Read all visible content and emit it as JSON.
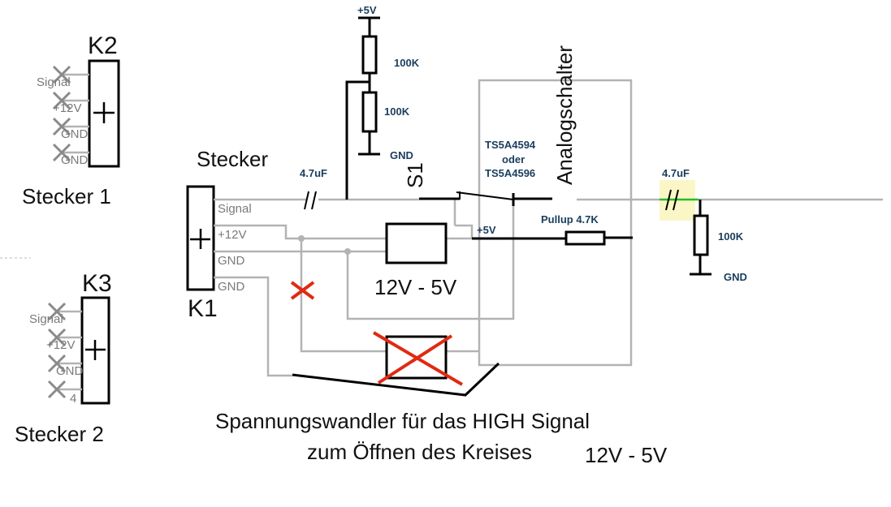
{
  "colors": {
    "wire": "#b3b3b3",
    "component": "#000000",
    "strike": "#e02a12",
    "value_text": "#1a3d5c",
    "highlight": "#fbf6c6",
    "green_wire": "#21c021"
  },
  "connectors": {
    "k2": {
      "ref": "K2",
      "caption": "Stecker 1",
      "pins": [
        "Signal",
        "+12V",
        "GND",
        "GND"
      ]
    },
    "k3": {
      "ref": "K3",
      "caption": "Stecker 2",
      "pins": [
        "Signal",
        "+12V",
        "GND",
        "4"
      ]
    },
    "k1": {
      "ref": "K1",
      "caption": "Stecker",
      "pins": [
        "Signal",
        "+12V",
        "GND",
        "GND"
      ]
    }
  },
  "labels": {
    "vcc_top": "+5V",
    "r_top_1": "100K",
    "r_top_2": "100K",
    "gnd_top": "GND",
    "cap_left": "4.7uF",
    "switch": "S1",
    "ic_line1": "TS5A4594",
    "ic_line2": "oder",
    "ic_line3": "TS5A4596",
    "analog_switch": "Analogschalter",
    "plus5v_mid": "+5V",
    "pullup": "Pullup 4.7K",
    "cap_right": "4.7uF",
    "r_right": "100K",
    "gnd_right": "GND",
    "regulator": "12V - 5V",
    "note_line1": "Spannungswandler für das HIGH Signal",
    "note_line2": "zum Öffnen des Kreises",
    "note_value": "12V - 5V"
  }
}
